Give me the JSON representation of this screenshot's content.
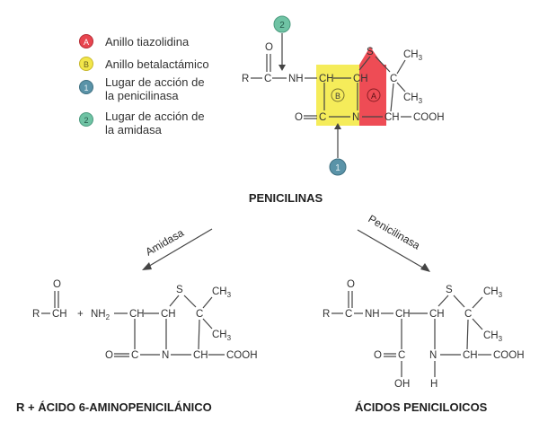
{
  "legend": [
    {
      "marker": "A",
      "label": "Anillo tiazolidina",
      "color": "#e8454f"
    },
    {
      "marker": "B",
      "label": "Anillo betalactámico",
      "color": "#f2e64a"
    },
    {
      "marker": "1",
      "label_line1": "Lugar de acción de",
      "label_line2": "la penicilinasa",
      "color": "#5a93a8"
    },
    {
      "marker": "2",
      "label_line1": "Lugar de acción de",
      "label_line2": "la amidasa",
      "color": "#6fc3a4"
    }
  ],
  "top_molecule": {
    "title": "PENICILINAS",
    "site_2_marker": "2",
    "site_1_marker": "1",
    "ring_A_label": "A",
    "ring_B_label": "B",
    "atoms": {
      "o_top": "O",
      "r": "R",
      "c_carbonyl": "C",
      "nh": "NH",
      "ch_a": "CH",
      "ch_b": "CH",
      "s": "S",
      "ch3_top": "CH",
      "ch3_top_sub": "3",
      "c_quat": "C",
      "ch3_bottom": "CH",
      "ch3_bottom_sub": "3",
      "o_left": "O",
      "c_lactam": "C",
      "n": "N",
      "ch_cooh": "CH",
      "cooh": "COOH"
    }
  },
  "arrows": {
    "left_label": "Amidasa",
    "right_label": "Penicilinasa"
  },
  "left_product": {
    "title": "R + ÁCIDO 6-AMINOPENICILÁNICO",
    "atoms": {
      "o": "O",
      "r": "R",
      "ch": "CH",
      "plus": "+",
      "nh2": "NH",
      "nh2_sub": "2",
      "ch_a": "CH",
      "ch_b": "CH",
      "s": "S",
      "ch3_top": "CH",
      "ch3_top_sub": "3",
      "c_quat": "C",
      "ch3_bottom": "CH",
      "ch3_bottom_sub": "3",
      "o_left": "O",
      "c": "C",
      "n": "N",
      "ch_cooh": "CH",
      "cooh": "COOH"
    }
  },
  "right_product": {
    "title": "ÁCIDOS PENICILOICOS",
    "atoms": {
      "o_top": "O",
      "r": "R",
      "c": "C",
      "nh": "NH",
      "ch_a": "CH",
      "ch_b": "CH",
      "s": "S",
      "ch3_top": "CH",
      "ch3_top_sub": "3",
      "c_quat": "C",
      "ch3_bottom": "CH",
      "ch3_bottom_sub": "3",
      "o_left": "O",
      "c_acid": "C",
      "oh": "OH",
      "n": "N",
      "h": "H",
      "ch_cooh": "CH",
      "cooh": "COOH"
    }
  }
}
